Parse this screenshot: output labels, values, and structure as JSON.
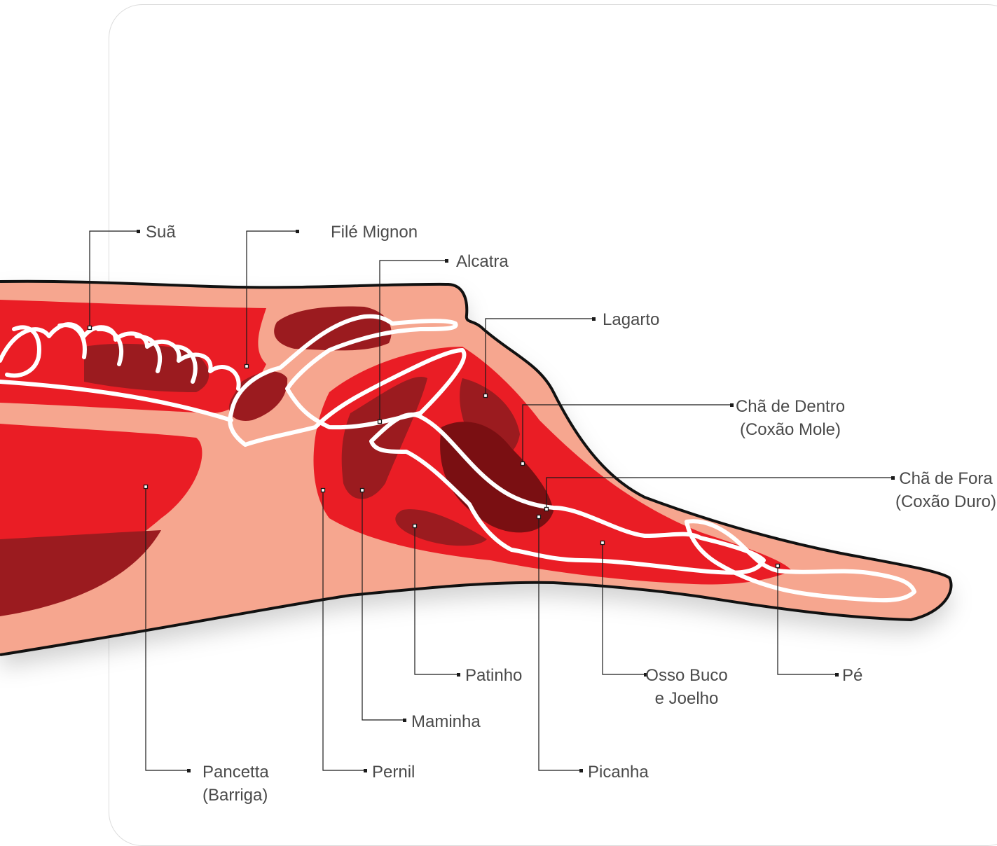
{
  "colors": {
    "skin": "#f6a68f",
    "meat": "#ea1d25",
    "dark_meat": "#9b1b1f",
    "darkest_meat": "#7a0f12",
    "outline": "#111111",
    "bone": "#ffffff",
    "label": "#4a4a4a"
  },
  "labels": {
    "sua": "Suã",
    "file_mignon": "Filé Mignon",
    "alcatra": "Alcatra",
    "lagarto": "Lagarto",
    "cha_de_dentro_1": "Chã de Dentro",
    "cha_de_dentro_2": "(Coxão Mole)",
    "cha_de_fora_1": "Chã de Fora",
    "cha_de_fora_2": "(Coxão Duro)",
    "pancetta_1": "Pancetta",
    "pancetta_2": "(Barriga)",
    "pernil": "Pernil",
    "maminha": "Maminha",
    "patinho": "Patinho",
    "picanha": "Picanha",
    "osso_buco_1": "Osso Buco",
    "osso_buco_2": "e Joelho",
    "pe": "Pé"
  }
}
